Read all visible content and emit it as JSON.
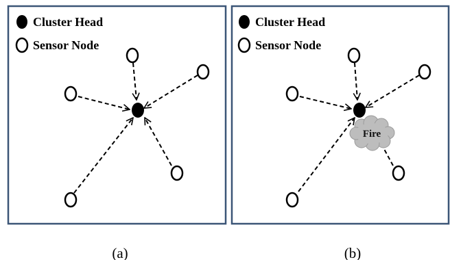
{
  "legend": {
    "cluster_head": "Cluster Head",
    "sensor_node": "Sensor Node"
  },
  "panels": [
    {
      "id": "a",
      "caption": "(a)"
    },
    {
      "id": "b",
      "caption": "(b)",
      "obstacle_label": "Fire"
    }
  ],
  "colors": {
    "border": "#3b5577",
    "node_fill": "#000000",
    "fire_fill": "#bdbdbd"
  }
}
